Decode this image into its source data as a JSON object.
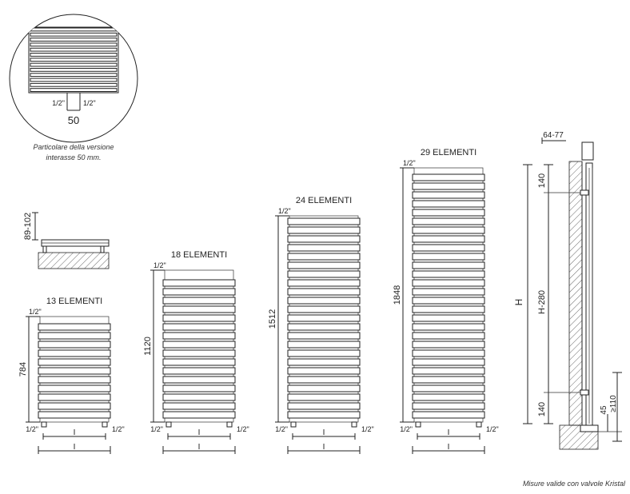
{
  "detail": {
    "pipe_left": "1/2\"",
    "pipe_right": "1/2\"",
    "spacing": "50",
    "caption_line1": "Particolare della versione",
    "caption_line2": "interasse 50 mm."
  },
  "side_view": {
    "wall_gap": "89-102"
  },
  "radiators": [
    {
      "title": "13 ELEMENTI",
      "height": "784",
      "pipe_top": "1/2\"",
      "pipe_bl": "1/2\"",
      "pipe_br": "1/2\"",
      "width_upper": "I",
      "width_lower": "I"
    },
    {
      "title": "18 ELEMENTI",
      "height": "1120",
      "pipe_top": "1/2\"",
      "pipe_bl": "1/2\"",
      "pipe_br": "1/2\"",
      "width_upper": "I",
      "width_lower": "I"
    },
    {
      "title": "24 ELEMENTI",
      "height": "1512",
      "pipe_top": "1/2\"",
      "pipe_bl": "1/2\"",
      "pipe_br": "1/2\"",
      "width_upper": "I",
      "width_lower": "I"
    },
    {
      "title": "29 ELEMENTI",
      "height": "1848",
      "pipe_top": "1/2\"",
      "pipe_bl": "1/2\"",
      "pipe_br": "1/2\"",
      "width_upper": "I",
      "width_lower": "I"
    }
  ],
  "section": {
    "depth": "64-77",
    "top_offset": "140",
    "bottom_offset": "140",
    "centre": "H-280",
    "total": "H",
    "valve_small": "45",
    "valve_large": "≥110"
  },
  "footnote": "Misure valide con valvole Kristal"
}
